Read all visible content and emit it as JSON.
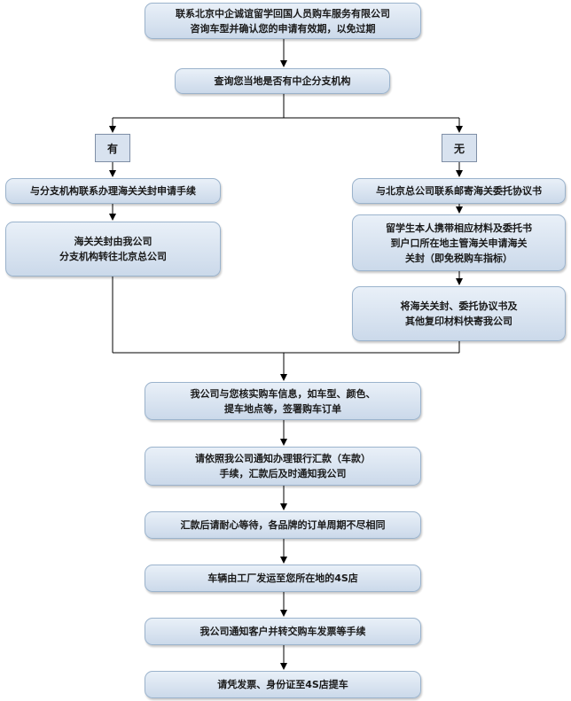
{
  "steps": {
    "contact": [
      "联系北京中企诚谊留学回国人员购车服务有限公司",
      "咨询车型并确认您的申请有效期，以免过期"
    ],
    "query_branch": [
      "查询您当地是否有中企分支机构"
    ],
    "branch_yes": "有",
    "branch_no": "无",
    "yes_1": [
      "与分支机构联系办理海关关封申请手续"
    ],
    "yes_2": [
      "海关关封由我公司",
      "分支机构转往北京总公司"
    ],
    "no_1": [
      "与北京总公司联系邮寄海关委托协议书"
    ],
    "no_2": [
      "留学生本人携带相应材料及委托书",
      "到户口所在地主管海关申请海关",
      "关封（即免税购车指标）"
    ],
    "no_3": [
      "将海关关封、委托协议书及",
      "其他复印材料快寄我公司"
    ],
    "verify": [
      "我公司与您核实购车信息，如车型、颜色、",
      "提车地点等，签署购车订单"
    ],
    "remit": [
      "请依照我公司通知办理银行汇款（车款）",
      "手续，汇款后及时通知我公司"
    ],
    "wait": [
      "汇款后请耐心等待，各品牌的订单周期不尽相同"
    ],
    "ship": [
      "车辆由工厂发运至您所在地的4S店"
    ],
    "invoice": [
      "我公司通知客户并转交购车发票等手续"
    ],
    "pickup": [
      "请凭发票、身份证至4S店提车"
    ]
  }
}
